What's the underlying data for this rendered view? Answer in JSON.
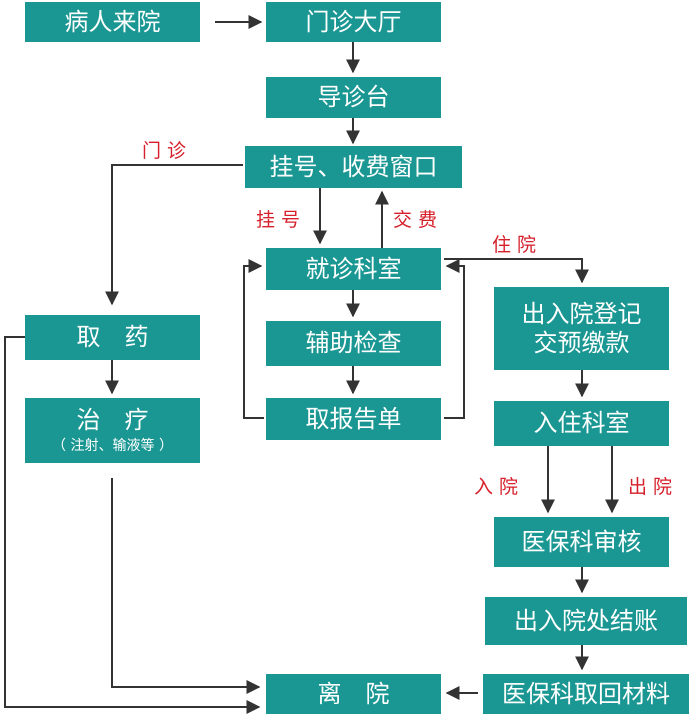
{
  "nodes": {
    "patient_arrival": "病人来院",
    "outpatient_hall": "门诊大厅",
    "guide_desk": "导诊台",
    "registration_window": "挂号、收费窗口",
    "clinic_room": "就诊科室",
    "auxiliary_exam": "辅助检查",
    "collect_report": "取报告单",
    "take_medicine": "取　药",
    "treatment": "治　疗",
    "treatment_note": "（ 注射、输液等 ）",
    "admission_registration_line1": "出入院登记",
    "admission_registration_line2": "交预缴款",
    "inpatient_ward": "入住科室",
    "insurance_review": "医保科审核",
    "discharge_settlement": "出入院处结账",
    "insurance_materials": "医保科取回材料",
    "leave_hospital": "离　院"
  },
  "labels": {
    "outpatient": "门 诊",
    "register": "挂 号",
    "pay": "交 费",
    "hospitalize": "住 院",
    "admit": "入 院",
    "discharge": "出 院"
  },
  "colors": {
    "box": "#1a9793",
    "label": "#d6202b",
    "line": "#333333"
  }
}
